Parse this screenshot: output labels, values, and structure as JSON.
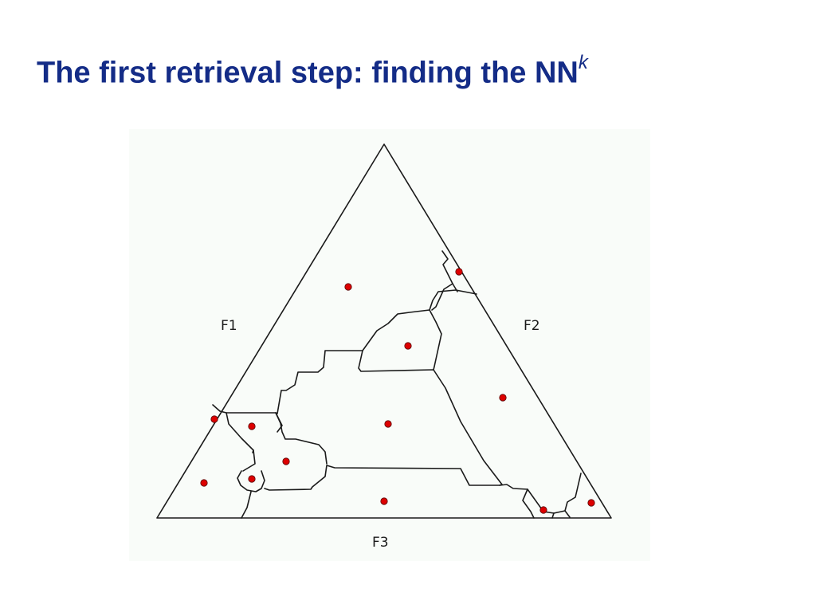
{
  "slide": {
    "title_main": "The first retrieval step: finding the NN",
    "title_superscript": "k"
  },
  "diagram": {
    "labels": {
      "f1": "F1",
      "f2": "F2",
      "f3": "F3"
    },
    "colors": {
      "title": "#142c87",
      "panel_background": "#f9fcf9",
      "edges": "#1a1a1a",
      "points": "#dd0000"
    }
  }
}
